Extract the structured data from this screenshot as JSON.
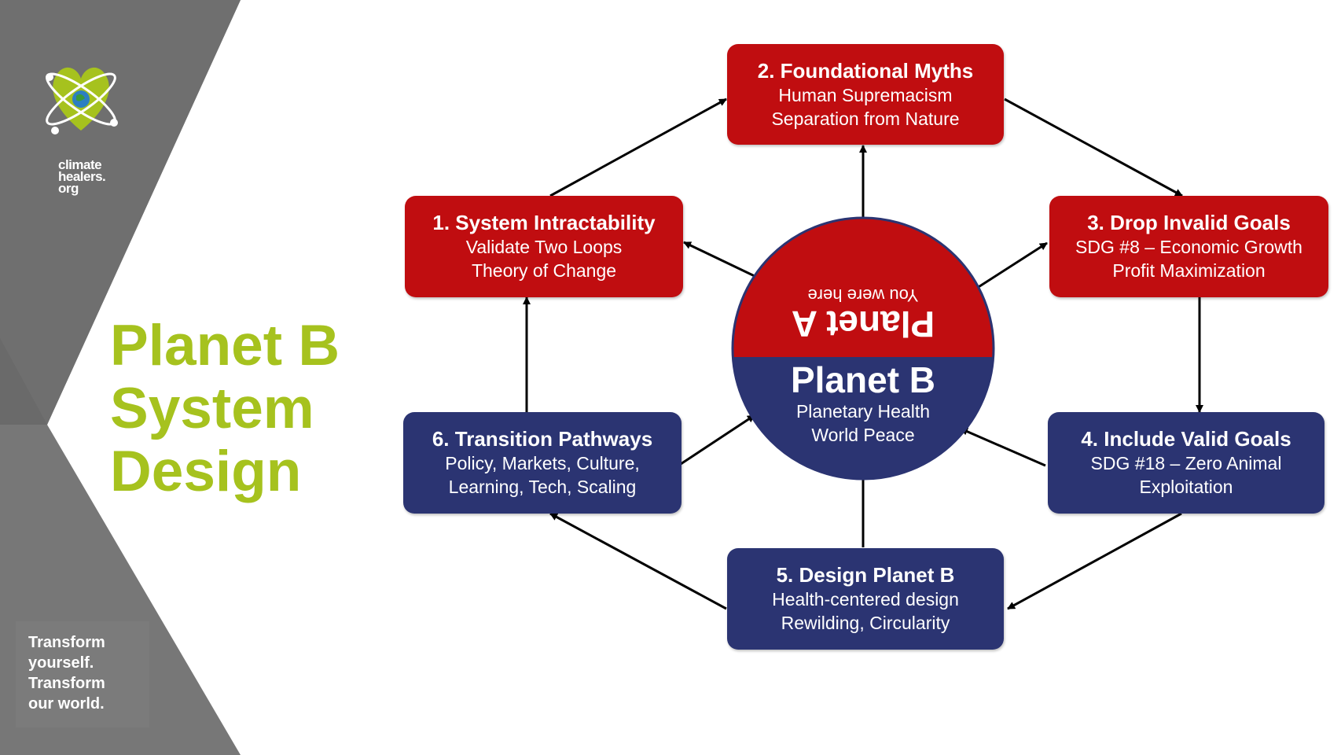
{
  "logo": {
    "lines": [
      "climate",
      "healers.",
      "org"
    ]
  },
  "title": [
    "Planet B",
    "System",
    "Design"
  ],
  "tagline": [
    "Transform",
    "yourself.",
    "Transform",
    "our world."
  ],
  "center": {
    "planet_a": "Planet A",
    "you_were_here": "You were here",
    "planet_b": "Planet B",
    "lines": [
      "Planetary Health",
      "World Peace"
    ]
  },
  "steps": [
    {
      "heading": "1. System Intractability",
      "lines": [
        "Validate Two Loops",
        "Theory of Change"
      ]
    },
    {
      "heading": "2. Foundational Myths",
      "lines": [
        "Human Supremacism",
        "Separation from Nature"
      ]
    },
    {
      "heading": "3. Drop Invalid Goals",
      "lines": [
        "SDG #8 – Economic Growth",
        "Profit Maximization"
      ]
    },
    {
      "heading": "4. Include Valid Goals",
      "lines": [
        "SDG #18 – Zero Animal",
        "Exploitation"
      ]
    },
    {
      "heading": "5. Design Planet B",
      "lines": [
        "Health-centered design",
        "Rewilding, Circularity"
      ]
    },
    {
      "heading": "6. Transition Pathways",
      "lines": [
        "Policy, Markets, Culture,",
        "Learning, Tech, Scaling"
      ]
    }
  ],
  "colors": {
    "accent_green": "#a6c21e",
    "red": "#c00d10",
    "navy": "#2b3472",
    "gray_panel": "#777777"
  }
}
